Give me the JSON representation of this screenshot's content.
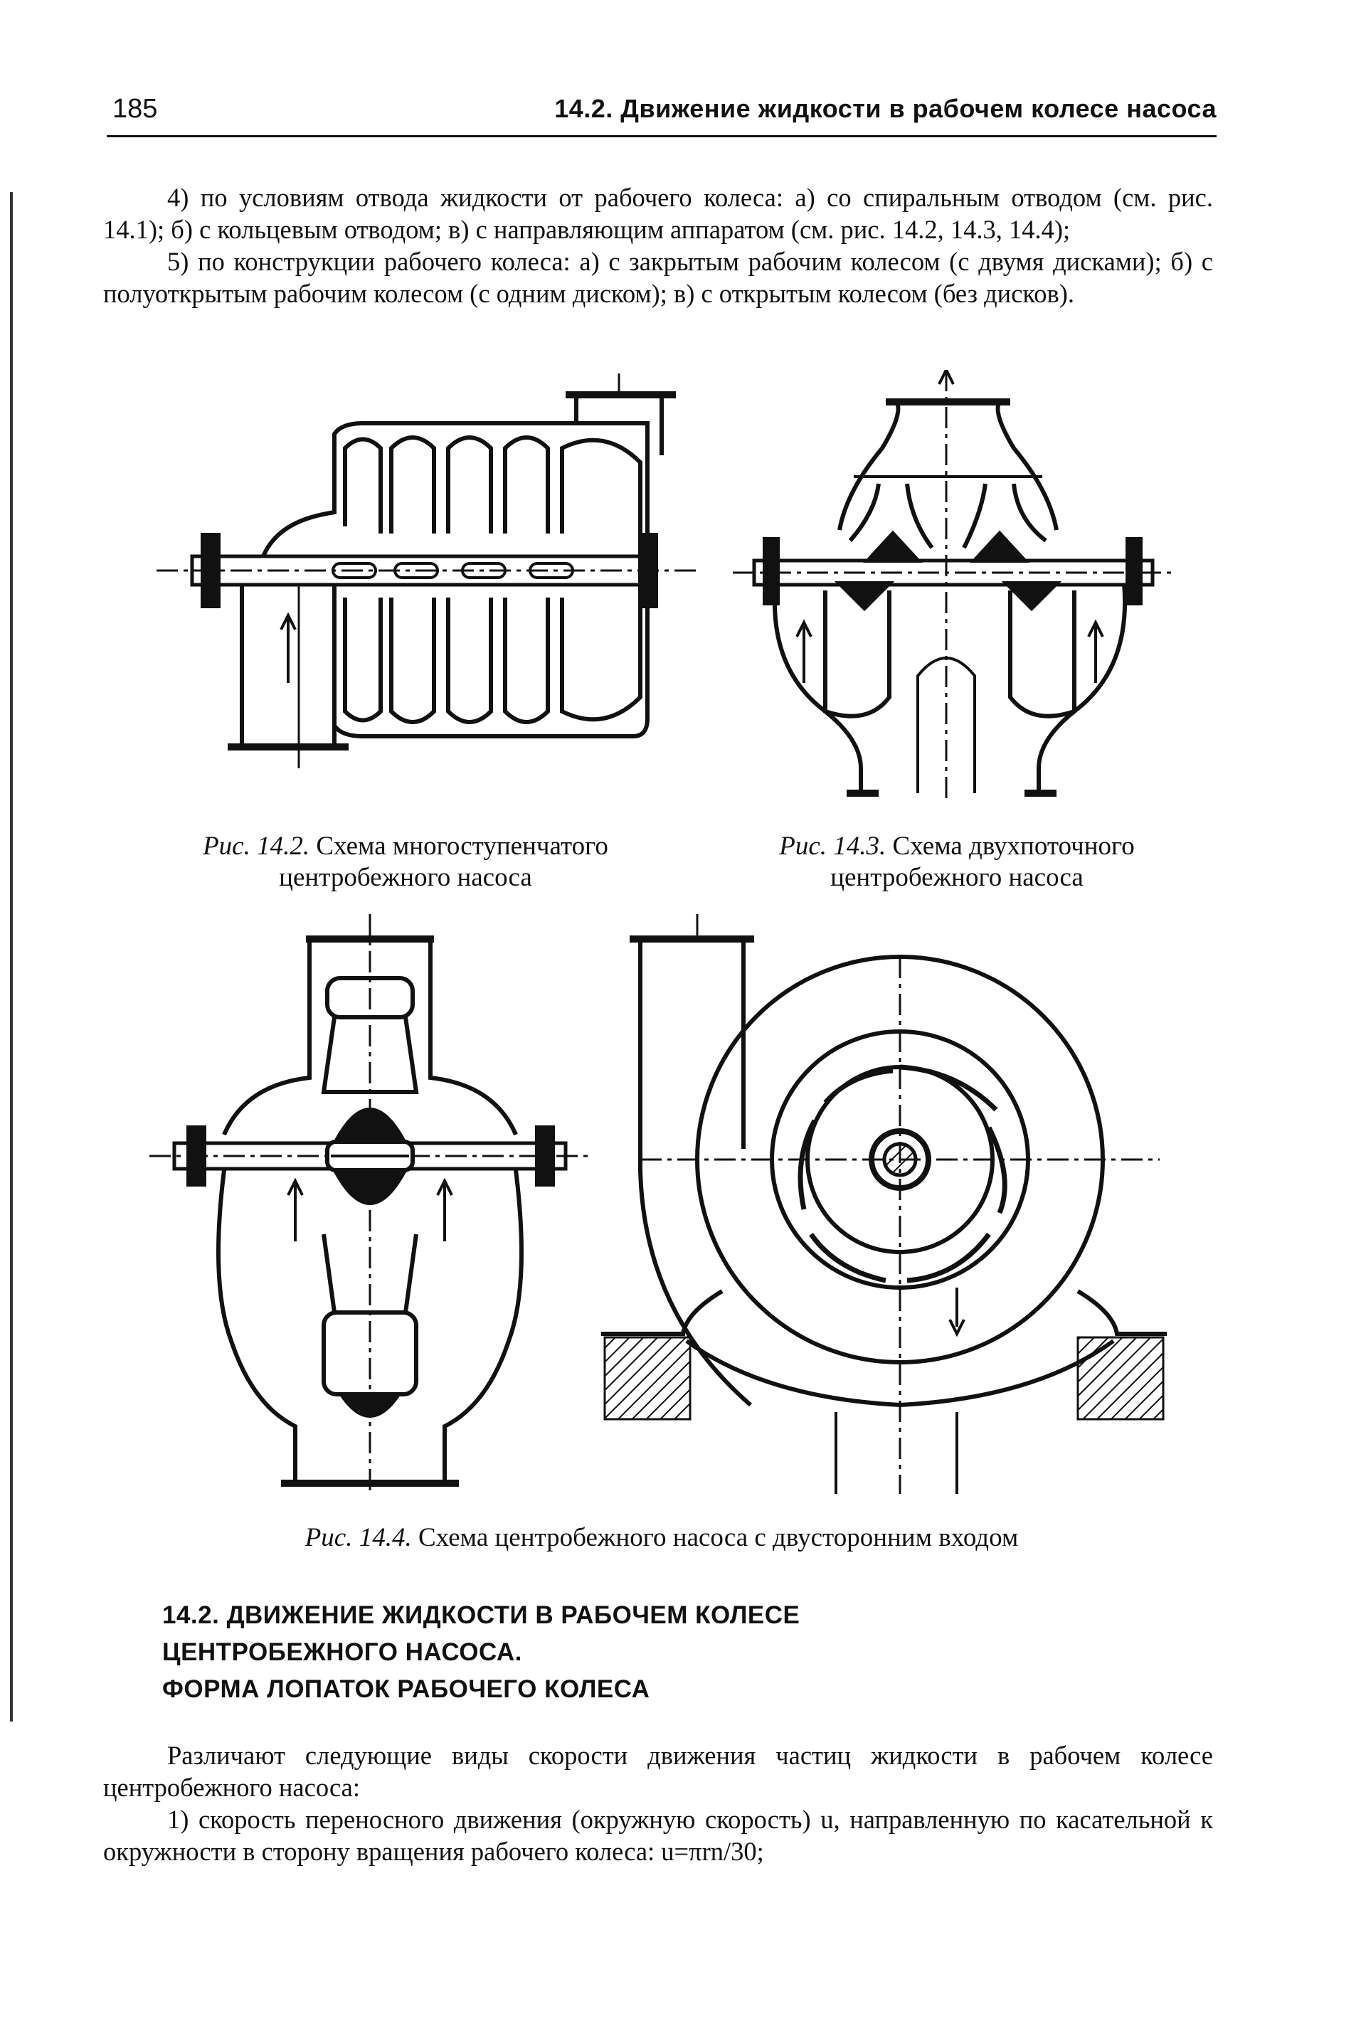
{
  "header": {
    "page_number": "185",
    "running_head": "14.2. Движение жидкости в рабочем колесе насоса"
  },
  "top_text": {
    "item4": "4) по условиям отвода жидкости от рабочего колеса: а) со спиральным отводом (см. рис. 14.1); б) с кольцевым отводом; в) с направляющим аппаратом (см. рис. 14.2, 14.3, 14.4);",
    "item5": "5) по конструкции рабочего колеса: а) с закрытым рабочим колесом (с двумя дисками); б) с полуоткрытым рабочим колесом (с одним диском); в) с открытым колесом (без дисков)."
  },
  "figures": {
    "fig_14_2": {
      "label": "Рис. 14.2.",
      "caption": "Схема многоступенчатого центробежного насоса"
    },
    "fig_14_3": {
      "label": "Рис. 14.3.",
      "caption": "Схема двухпоточного центробежного насоса"
    },
    "fig_14_4": {
      "label": "Рис. 14.4.",
      "caption": "Схема центробежного насоса с двусторонним входом"
    }
  },
  "section": {
    "title_line1": "14.2. ДВИЖЕНИЕ ЖИДКОСТИ В РАБОЧЕМ КОЛЕСЕ",
    "title_line2": "ЦЕНТРОБЕЖНОГО НАСОСА.",
    "title_line3": "ФОРМА ЛОПАТОК РАБОЧЕГО КОЛЕСА"
  },
  "body_text": {
    "para1": "Различают следующие виды скорости движения частиц жидкости в рабочем колесе центробежного насоса:",
    "para2": "1) скорость переносного движения (окружную скорость) u, направленную по касательной к окружности в сторону вращения рабочего колеса: u=πrn/30;"
  }
}
